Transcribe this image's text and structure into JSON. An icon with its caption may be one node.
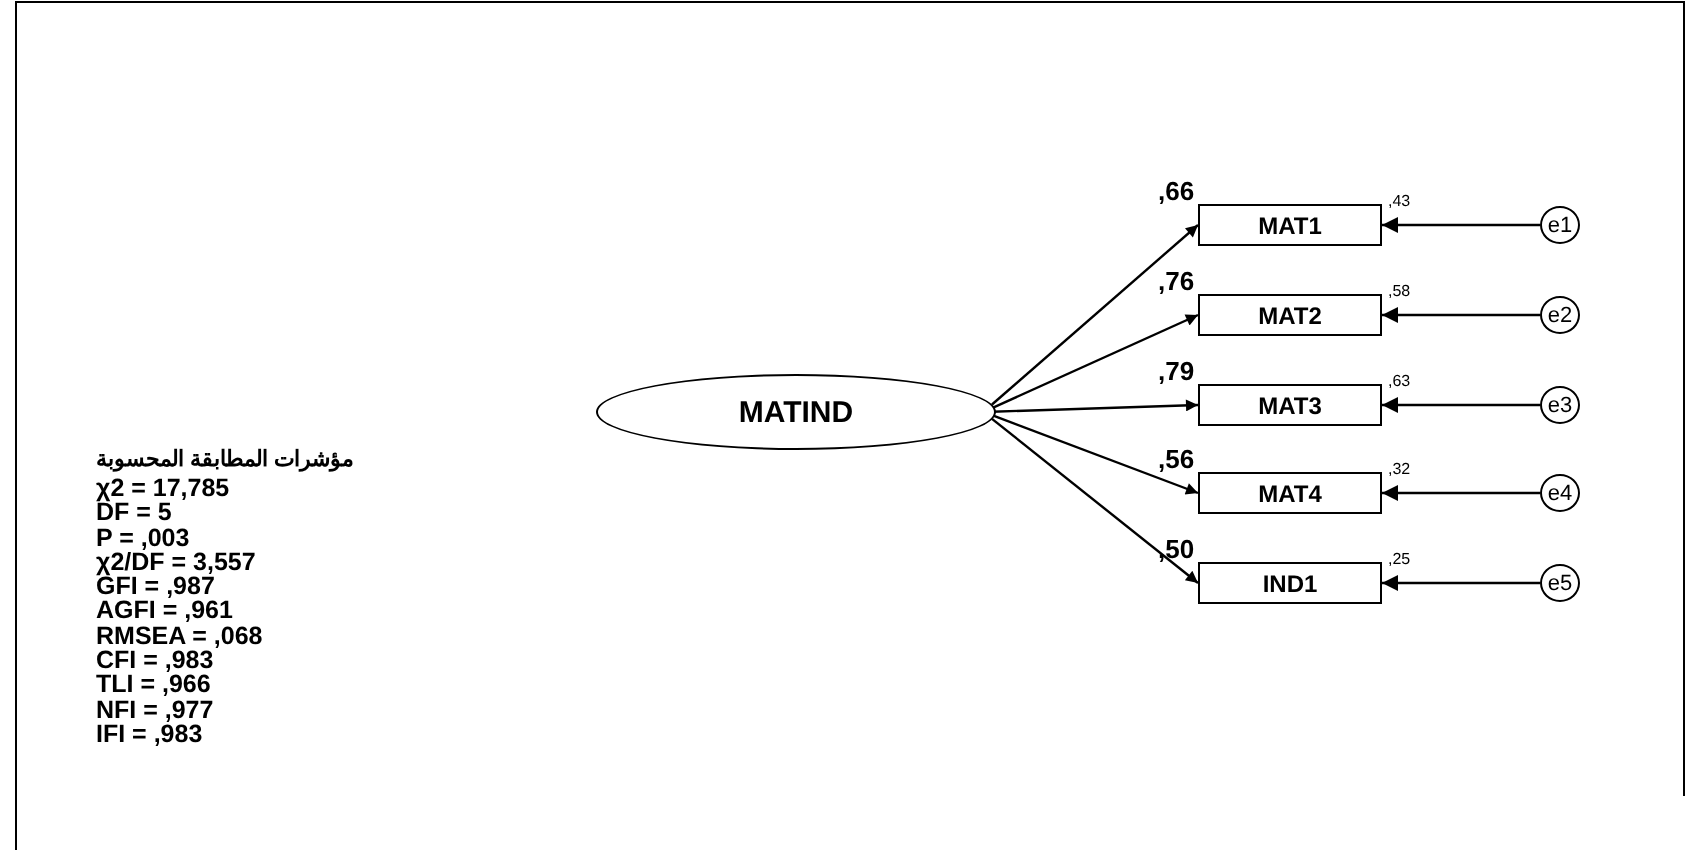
{
  "diagram": {
    "nodes": [
      {
        "text": [
          "MATIND"
        ]
      },
      {
        "text": [
          "MAT1"
        ],
        "beside": [
          ",43"
        ]
      },
      {
        "text": [
          "MAT2"
        ],
        "beside": [
          ",58"
        ]
      },
      {
        "text": [
          "MAT3"
        ],
        "beside": [
          ",63"
        ]
      },
      {
        "text": [
          "MAT4"
        ],
        "beside": [
          ",32"
        ]
      },
      {
        "text": [
          "IND1"
        ],
        "beside": [
          ",25"
        ]
      },
      {
        "text": [
          "e1"
        ]
      },
      {
        "text": [
          "e2"
        ]
      },
      {
        "text": [
          "e3"
        ]
      },
      {
        "text": [
          "e4"
        ]
      },
      {
        "text": [
          "e5"
        ]
      }
    ],
    "edges": [
      {
        "from": 0,
        "to": 1,
        "arrow": "to",
        "label": ",66"
      },
      {
        "from": 0,
        "to": 2,
        "arrow": "to",
        "label": ",76"
      },
      {
        "from": 0,
        "to": 3,
        "arrow": "to",
        "label": ",79"
      },
      {
        "from": 0,
        "to": 4,
        "arrow": "to",
        "label": ",56"
      },
      {
        "from": 0,
        "to": 5,
        "arrow": "to",
        "label": ",50"
      },
      {
        "from": 6,
        "to": 1,
        "arrow": "to"
      },
      {
        "from": 7,
        "to": 2,
        "arrow": "to"
      },
      {
        "from": 8,
        "to": 3,
        "arrow": "to"
      },
      {
        "from": 9,
        "to": 4,
        "arrow": "to"
      },
      {
        "from": 10,
        "to": 5,
        "arrow": "to"
      }
    ],
    "labels": [
      "مؤشرات المطابقة المحسوبة",
      "χ2 = 17,785",
      "DF = 5",
      "P =  ,003",
      "χ2/DF = 3,557",
      "GFI = ,987",
      "AGFI = ,961",
      "RMSEA = ,068",
      "CFI = ,983",
      "TLI = ,966",
      "NFI = ,977",
      "IFI = ,983"
    ]
  }
}
